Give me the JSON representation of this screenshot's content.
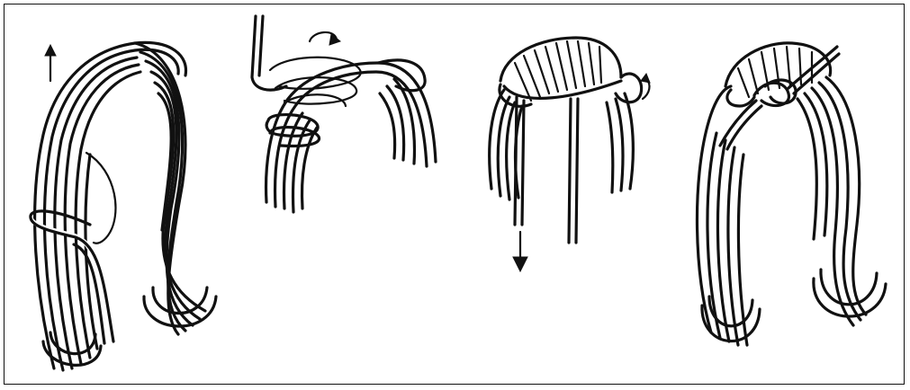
{
  "figure": {
    "panels": [
      {
        "id": "step-1",
        "arrows": [
          "up"
        ]
      },
      {
        "id": "step-2",
        "arrows": [
          "wrap-around"
        ]
      },
      {
        "id": "step-3",
        "arrows": [
          "down",
          "wrap-around"
        ]
      },
      {
        "id": "step-4",
        "arrows": []
      }
    ],
    "colors": {
      "ink": "#111111",
      "background": "#ffffff"
    }
  }
}
